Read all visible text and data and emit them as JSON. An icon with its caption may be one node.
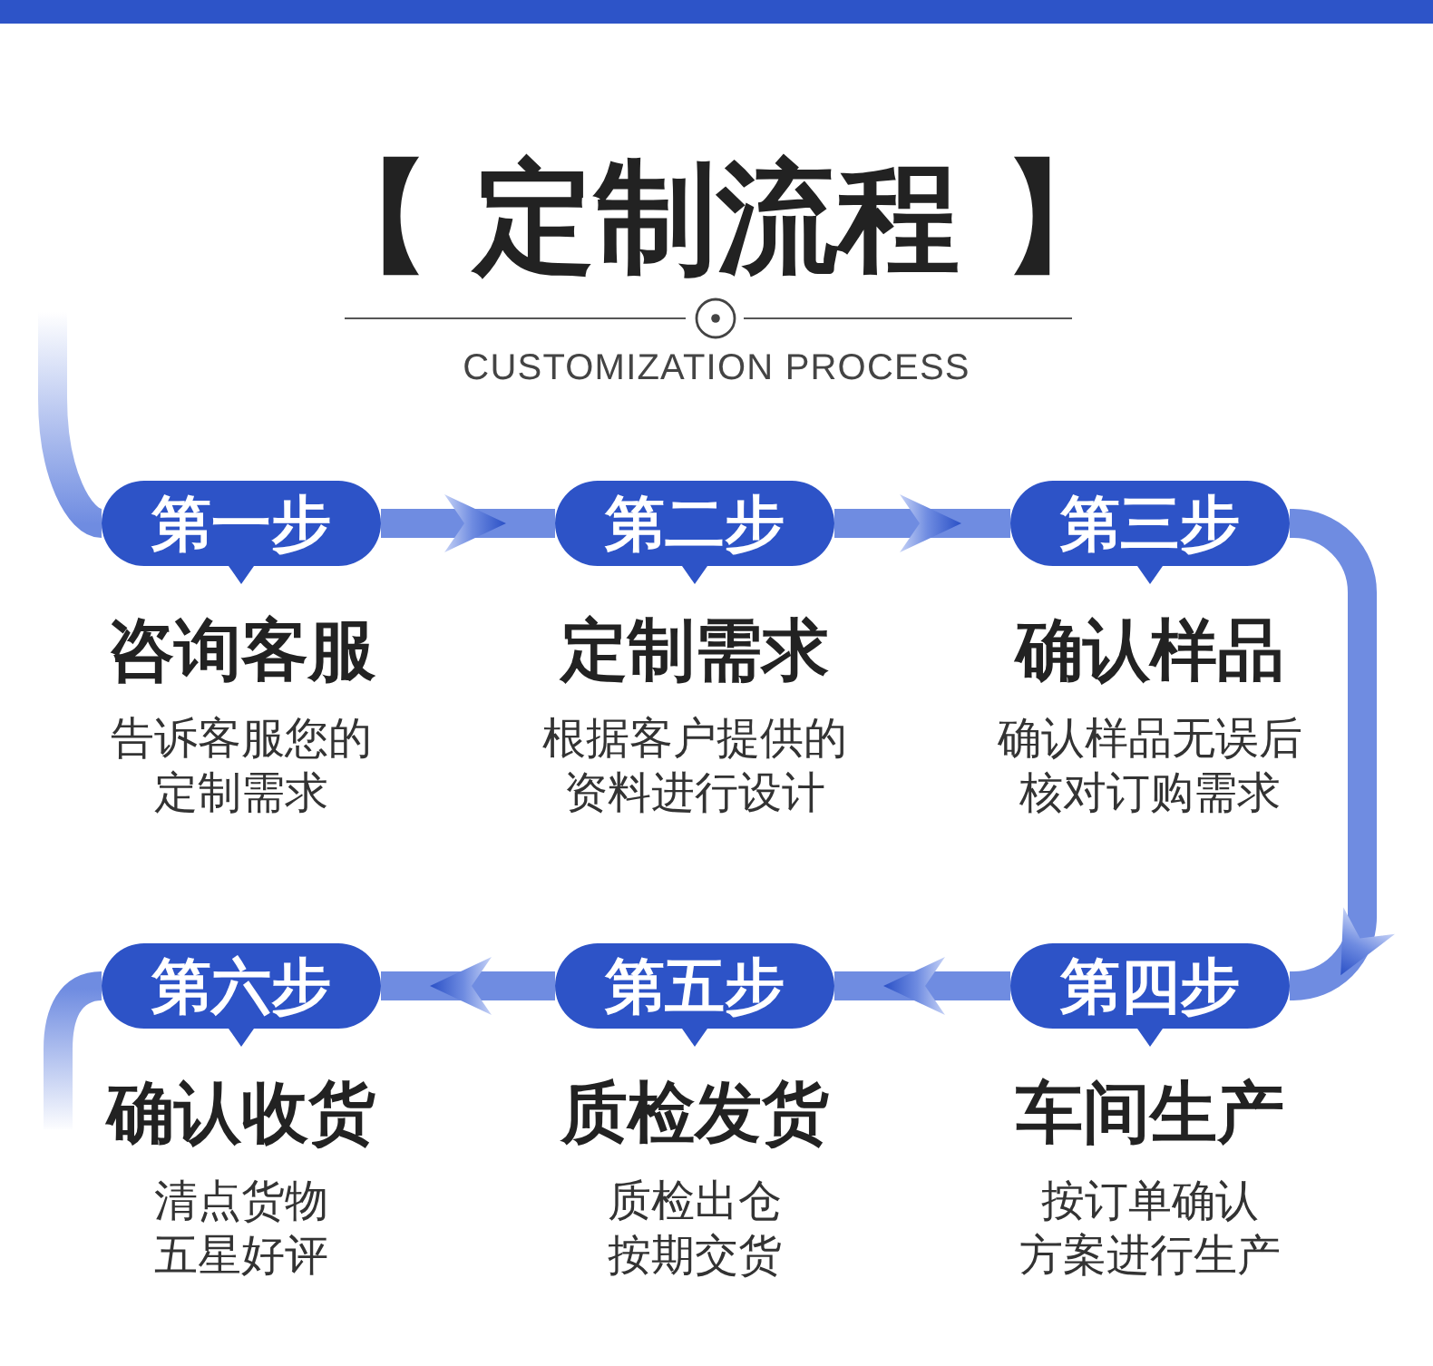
{
  "diagram": {
    "title": "【 定制流程 】",
    "nodes": [
      {
        "text": [
          "第一步"
        ],
        "beside": [
          "咨询客服",
          "告诉客服您的定制需求"
        ]
      },
      {
        "text": [
          "第二步"
        ],
        "beside": [
          "定制需求",
          "根据客户提供的资料进行设计"
        ]
      },
      {
        "text": [
          "第三步"
        ],
        "beside": [
          "确认样品",
          "确认样品无误后核对订购需求"
        ]
      },
      {
        "text": [
          "第四步"
        ],
        "beside": [
          "车间生产",
          "按订单确认方案进行生产"
        ]
      },
      {
        "text": [
          "第五步"
        ],
        "beside": [
          "质检发货",
          "质检出仓按期交货"
        ]
      },
      {
        "text": [
          "第六步"
        ],
        "beside": [
          "确认收货",
          "清点货物五星好评"
        ]
      }
    ],
    "edges": [
      {
        "from": null,
        "to": 0,
        "arrow": "none"
      },
      {
        "from": 0,
        "to": 1,
        "arrow": "to"
      },
      {
        "from": 1,
        "to": 2,
        "arrow": "to"
      },
      {
        "from": 2,
        "to": 3,
        "arrow": "to"
      },
      {
        "from": 3,
        "to": 4,
        "arrow": "to"
      },
      {
        "from": 4,
        "to": 5,
        "arrow": "to"
      },
      {
        "from": 5,
        "to": null,
        "arrow": "none"
      }
    ],
    "labels": [
      "CUSTOMIZATION PROCESS"
    ]
  }
}
